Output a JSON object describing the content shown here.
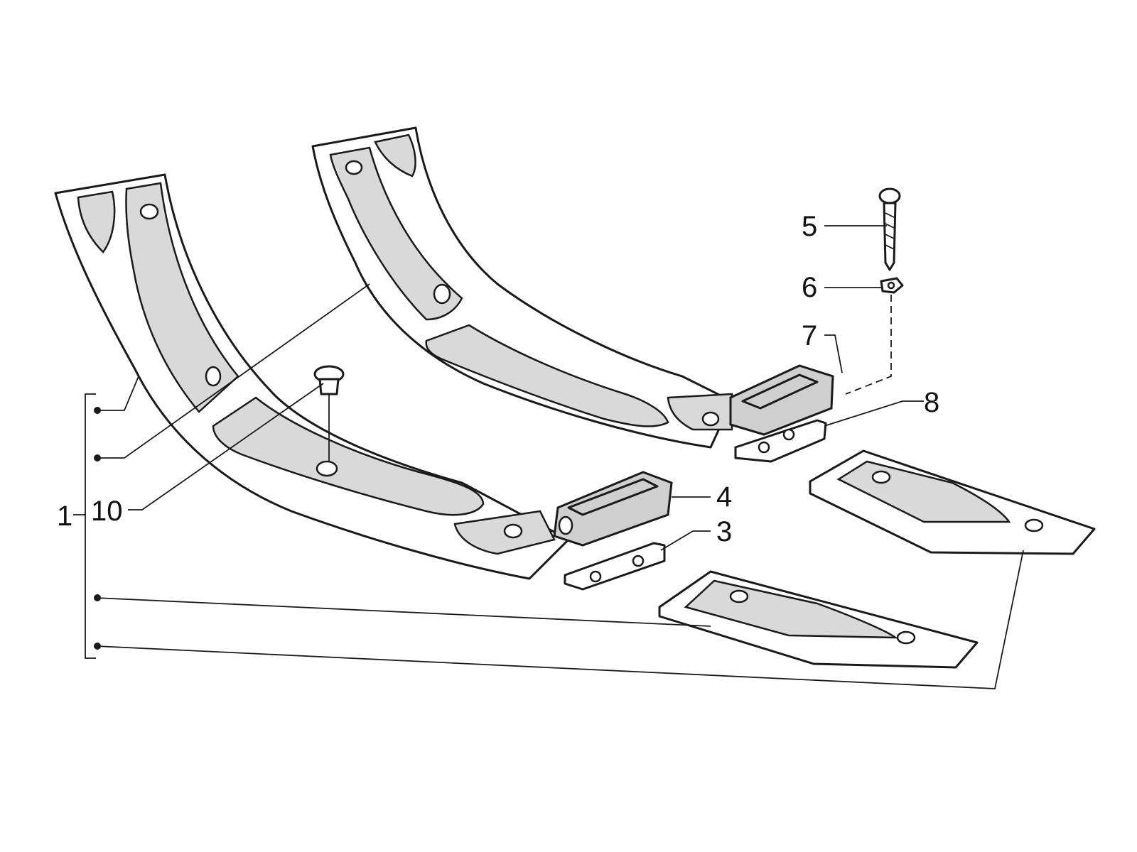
{
  "callouts": {
    "item_1": "1",
    "item_3": "3",
    "item_4": "4",
    "item_5": "5",
    "item_6": "6",
    "item_7": "7",
    "item_8": "8",
    "item_10": "10"
  },
  "colors": {
    "line": "#1a1a1a",
    "pad_fill": "#d9d9d9",
    "block_fill": "#cfcfcf",
    "background": "#ffffff"
  }
}
